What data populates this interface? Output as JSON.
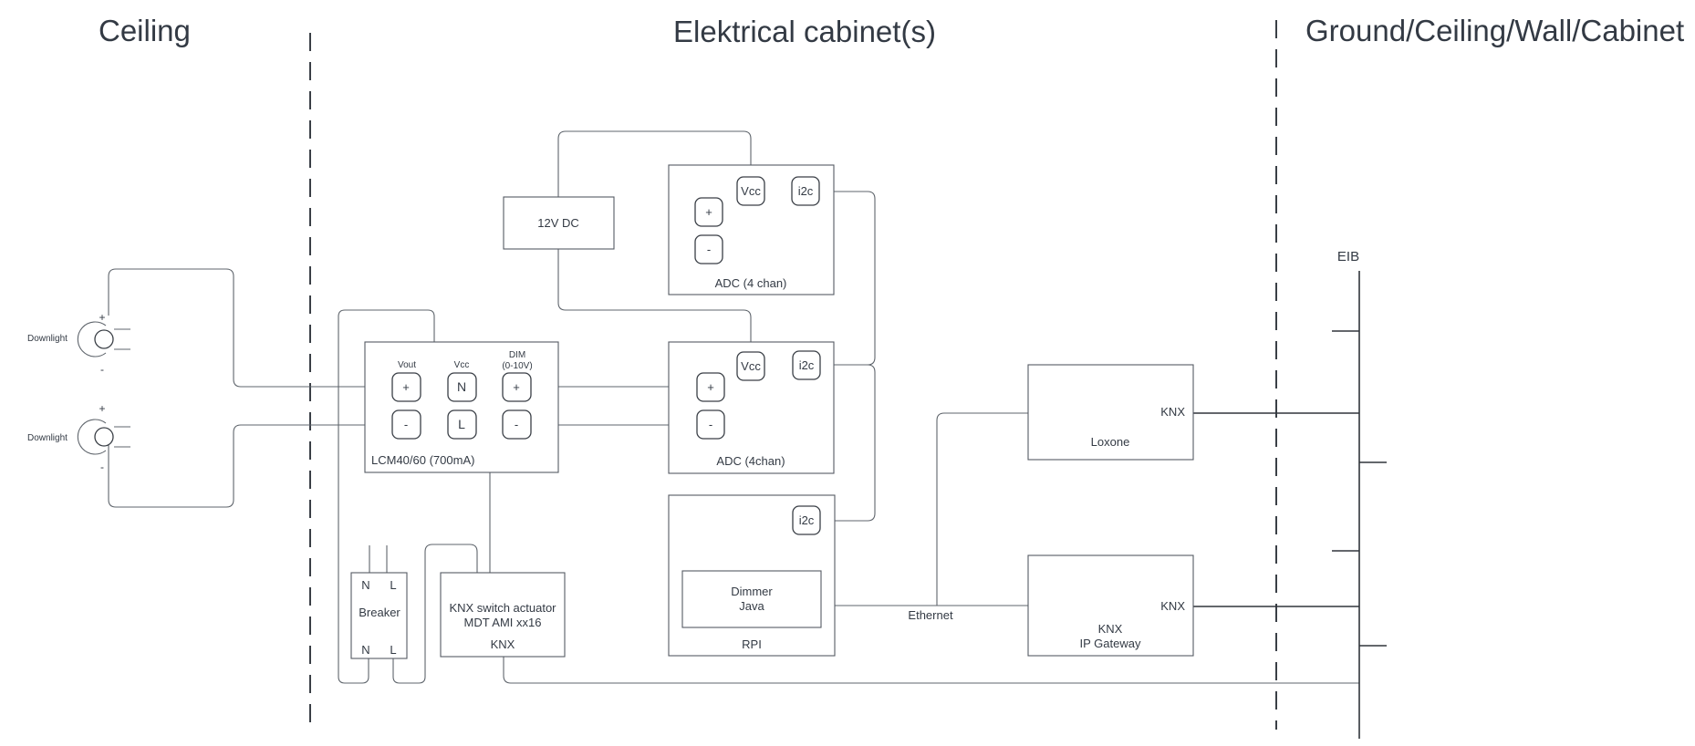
{
  "zones": {
    "ceiling": "Ceiling",
    "cabinet": "Elektrical cabinet(s)",
    "ground": "Ground/Ceiling/Wall/Cabinet"
  },
  "downlights": [
    {
      "label": "Downlight",
      "plus": "+",
      "minus": "-"
    },
    {
      "label": "Downlight",
      "plus": "+",
      "minus": "-"
    }
  ],
  "psu": {
    "label": "12V DC"
  },
  "adc_top": {
    "label": "ADC (4 chan)",
    "vcc": "Vcc",
    "i2c": "i2c",
    "plus": "+",
    "minus": "-"
  },
  "adc_mid": {
    "label": "ADC (4chan)",
    "vcc": "Vcc",
    "i2c": "i2c",
    "plus": "+",
    "minus": "-"
  },
  "driver": {
    "label": "LCM40/60 (700mA)",
    "vout": "Vout",
    "vcc": "Vcc",
    "dim_line1": "DIM",
    "dim_line2": "(0-10V)",
    "plus1": "+",
    "n": "N",
    "plus2": "+",
    "minus1": "-",
    "l": "L",
    "minus2": "-"
  },
  "breaker": {
    "label": "Breaker",
    "top_n": "N",
    "top_l": "L",
    "bottom_n": "N",
    "bottom_l": "L"
  },
  "actuator": {
    "line1": "KNX switch actuator",
    "line2": "MDT AMI xx16",
    "knx": "KNX"
  },
  "rpi": {
    "label": "RPI",
    "i2c": "i2c",
    "dimmer_line1": "Dimmer",
    "dimmer_line2": "Java"
  },
  "ethernet": "Ethernet",
  "loxone": {
    "label": "Loxone",
    "knx": "KNX"
  },
  "gateway": {
    "line1": "KNX",
    "line2": "IP Gateway",
    "knx": "KNX"
  },
  "eib": "EIB"
}
